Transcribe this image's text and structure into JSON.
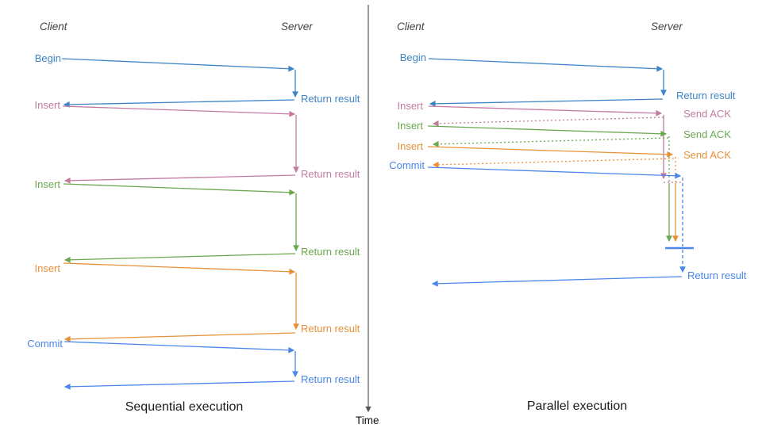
{
  "diagram": {
    "time_axis_label": "Time",
    "colors": {
      "begin_blue": "#3d85c6",
      "commit_blue": "#4a86e8",
      "insert_pink": "#c27ba0",
      "insert_green": "#6aa84f",
      "insert_orange": "#e69138",
      "axis_gray": "#555555",
      "lifeline_label_gray": "#434343",
      "title_black": "#1b1b1b"
    },
    "panels": {
      "sequential": {
        "title": "Sequential execution",
        "client": "Client",
        "server": "Server",
        "steps": [
          {
            "request": "Begin",
            "response": "Return result"
          },
          {
            "request": "Insert",
            "response": "Return result"
          },
          {
            "request": "Insert",
            "response": "Return result"
          },
          {
            "request": "Insert",
            "response": "Return result"
          },
          {
            "request": "Commit",
            "response": "Return result"
          }
        ]
      },
      "parallel": {
        "title": "Parallel execution",
        "client": "Client",
        "server": "Server",
        "steps": [
          {
            "request": "Begin",
            "response": "Return result"
          },
          {
            "request": "Insert",
            "response": "Send ACK"
          },
          {
            "request": "Insert",
            "response": "Send ACK"
          },
          {
            "request": "Insert",
            "response": "Send ACK"
          },
          {
            "request": "Commit",
            "response": "Return result"
          }
        ],
        "final_response": "Return result"
      }
    }
  }
}
